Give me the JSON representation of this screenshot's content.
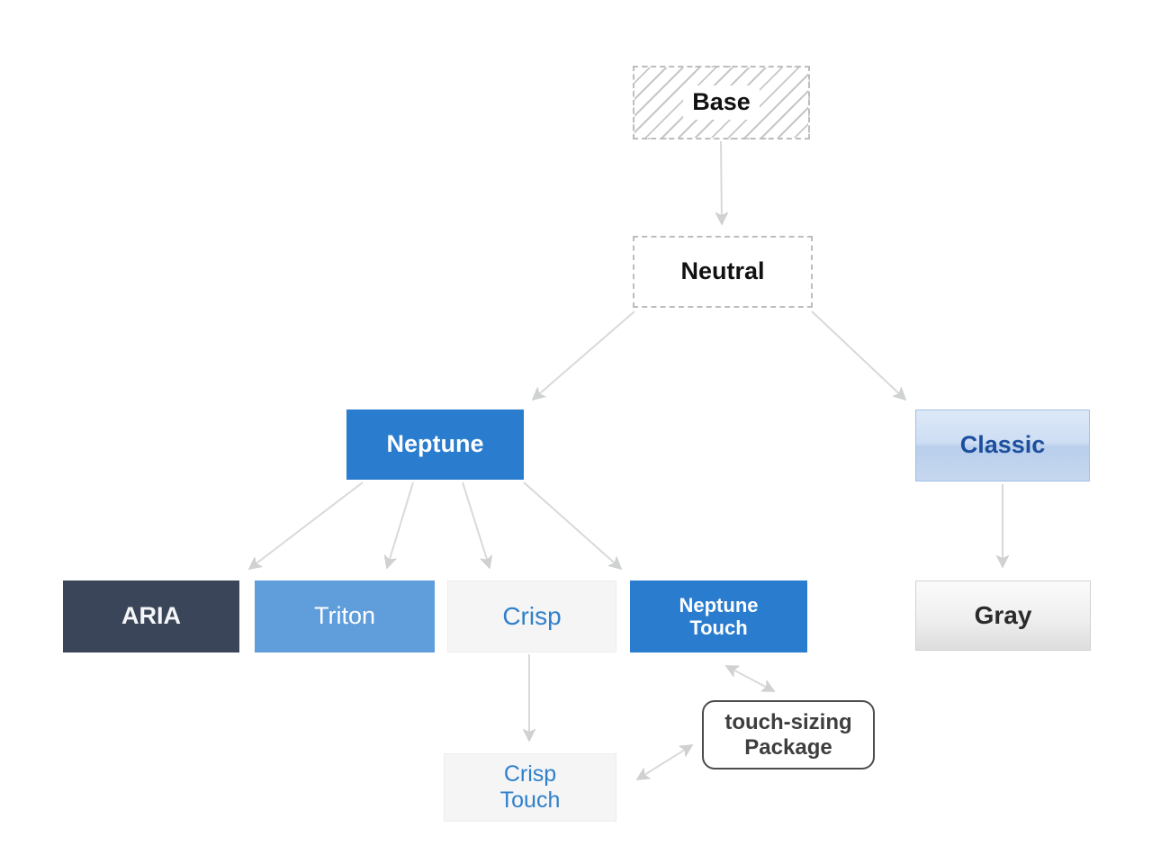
{
  "diagram": {
    "nodes": {
      "base": {
        "label": "Base"
      },
      "neutral": {
        "label": "Neutral"
      },
      "neptune": {
        "label": "Neptune"
      },
      "classic": {
        "label": "Classic"
      },
      "aria": {
        "label": "ARIA"
      },
      "triton": {
        "label": "Triton"
      },
      "crisp": {
        "label": "Crisp"
      },
      "neptune_touch": {
        "line1": "Neptune",
        "line2": "Touch"
      },
      "gray": {
        "label": "Gray"
      },
      "crisp_touch": {
        "line1": "Crisp",
        "line2": "Touch"
      },
      "touch_sizing": {
        "line1": "touch-sizing",
        "line2": "Package"
      }
    },
    "colors": {
      "neptune_blue": "#2a7cce",
      "triton_blue": "#5f9ddb",
      "aria_navy": "#3b4559",
      "crisp_text_blue": "#2f80ca",
      "classic_text_blue": "#1d4f9e",
      "arrow_line": "#d9d9d9",
      "arrow_head": "#cfd1d3"
    },
    "edges": [
      {
        "from": "base",
        "to": "neutral",
        "bidirectional": false,
        "points": [
          801,
          157,
          802,
          249
        ]
      },
      {
        "from": "neutral",
        "to": "neptune",
        "bidirectional": false,
        "points": [
          705,
          346,
          592,
          444
        ]
      },
      {
        "from": "neutral",
        "to": "classic",
        "bidirectional": false,
        "points": [
          902,
          346,
          1006,
          444
        ]
      },
      {
        "from": "neptune",
        "to": "aria",
        "bidirectional": false,
        "points": [
          403,
          536,
          277,
          632
        ]
      },
      {
        "from": "neptune",
        "to": "triton",
        "bidirectional": false,
        "points": [
          459,
          536,
          430,
          631
        ]
      },
      {
        "from": "neptune",
        "to": "crisp",
        "bidirectional": false,
        "points": [
          514,
          536,
          544,
          631
        ]
      },
      {
        "from": "neptune",
        "to": "neptune-touch",
        "bidirectional": false,
        "points": [
          582,
          536,
          690,
          632
        ]
      },
      {
        "from": "classic",
        "to": "gray",
        "bidirectional": false,
        "points": [
          1114,
          538,
          1114,
          630
        ]
      },
      {
        "from": "crisp",
        "to": "crisp-touch",
        "bidirectional": false,
        "points": [
          588,
          727,
          588,
          823
        ]
      },
      {
        "from": "neptune-touch",
        "to": "touch-sizing-package",
        "bidirectional": true,
        "points": [
          807,
          740,
          860,
          768
        ]
      },
      {
        "from": "crisp-touch",
        "to": "touch-sizing-package",
        "bidirectional": true,
        "points": [
          708,
          866,
          769,
          828
        ]
      }
    ]
  }
}
